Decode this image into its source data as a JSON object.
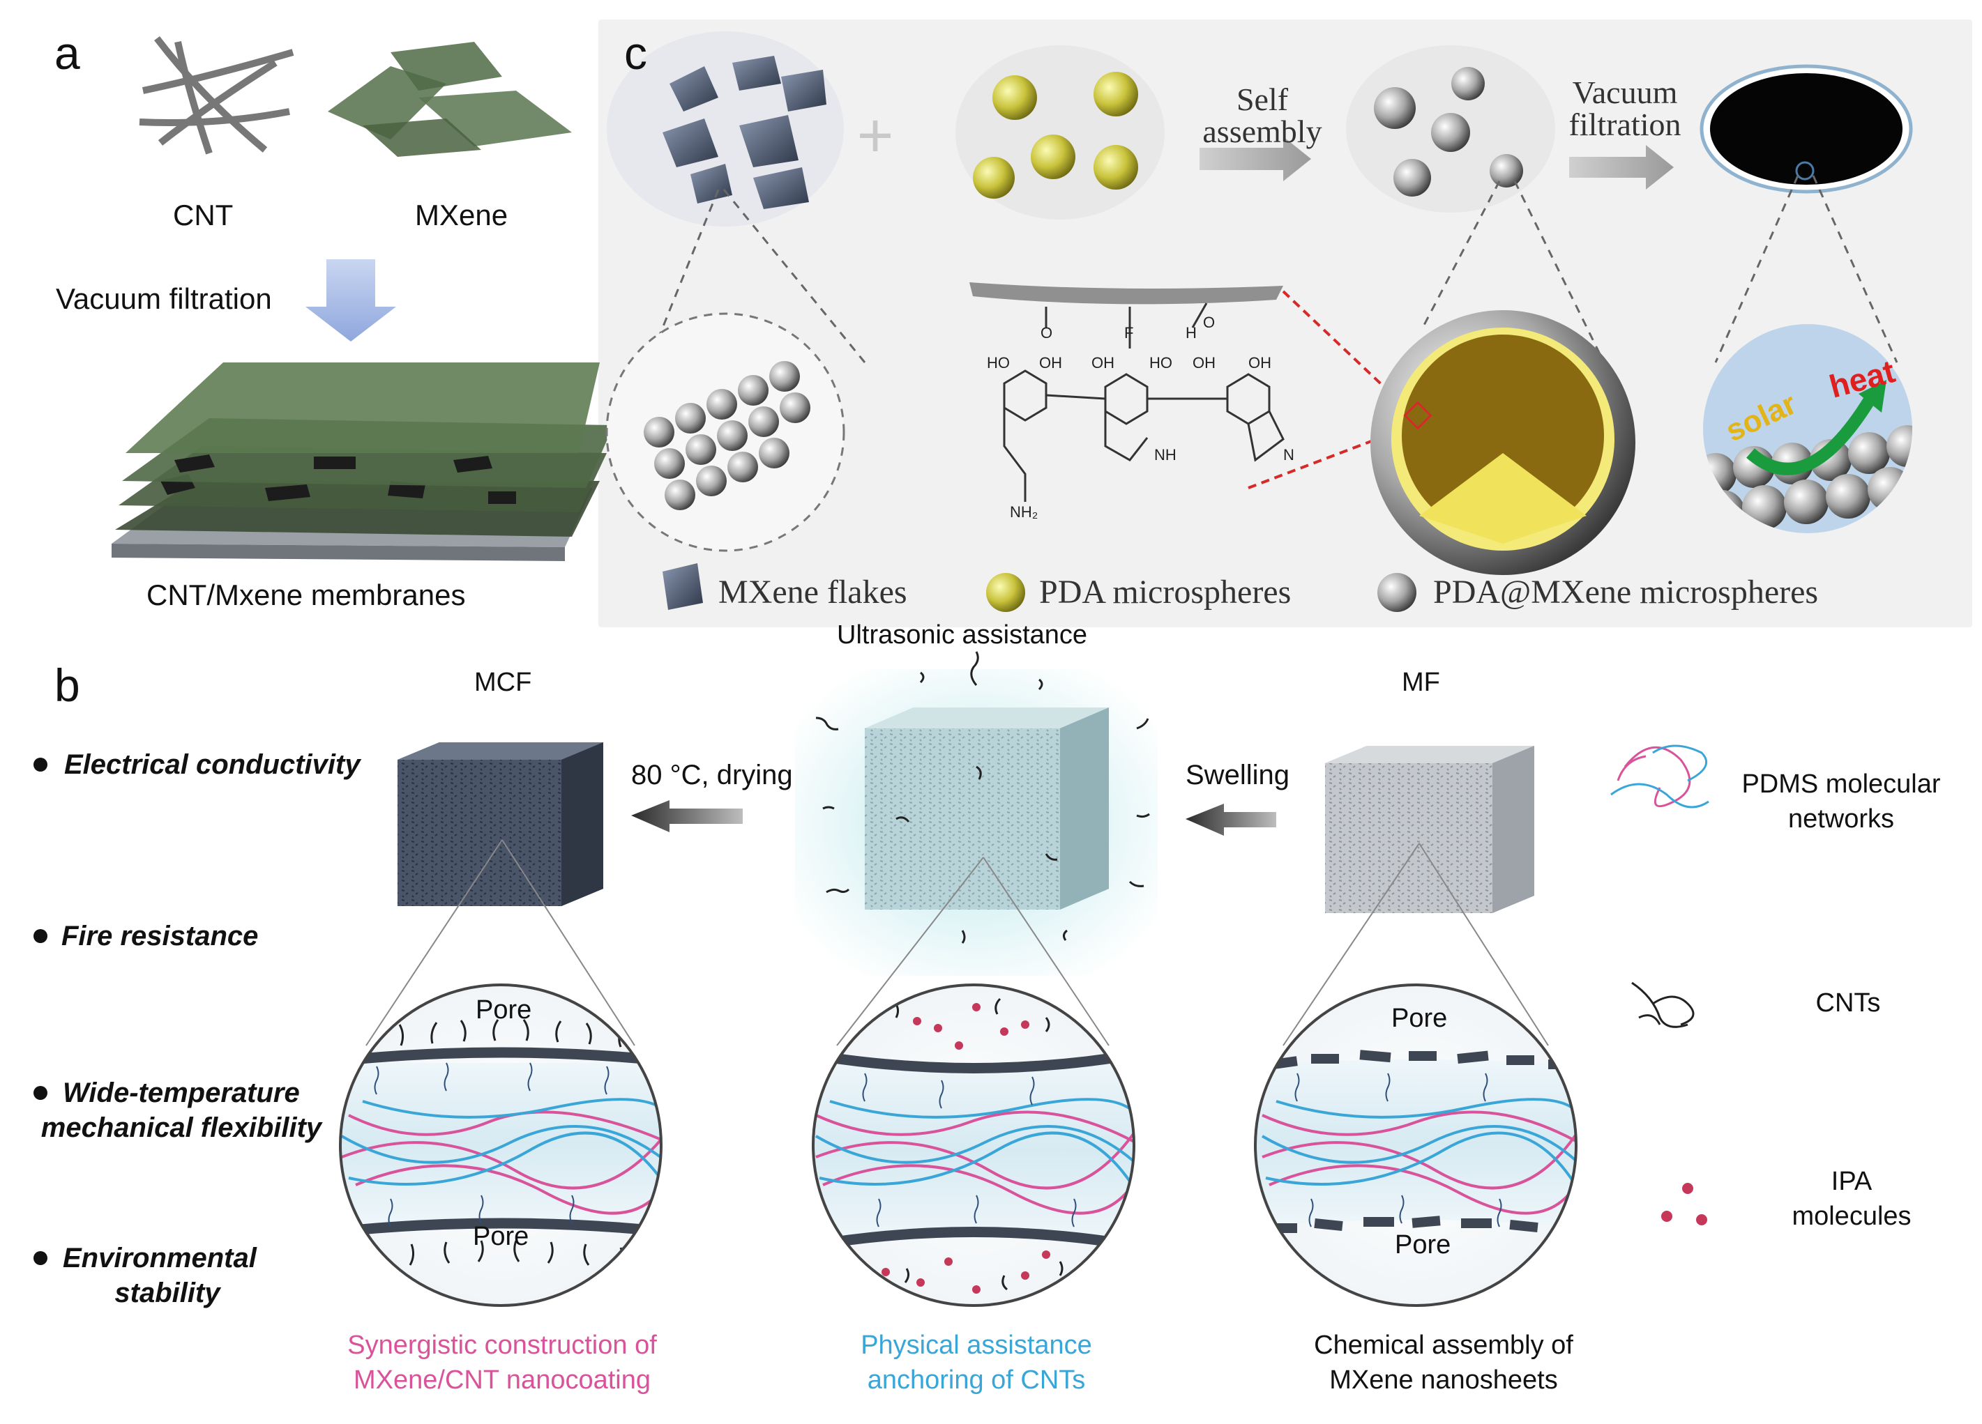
{
  "panel_a": {
    "letter": "a",
    "cnt_label": "CNT",
    "mxene_label": "MXene",
    "process_label": "Vacuum filtration",
    "result_label": "CNT/Mxene membranes"
  },
  "panel_b": {
    "letter": "b",
    "mcf_label": "MCF",
    "mf_label": "MF",
    "ultrasonic_label": "Ultrasonic assistance",
    "drying_label": "80 °C, drying",
    "swelling_label": "Swelling",
    "pore_label": "Pore",
    "properties": [
      "Electrical conductivity",
      "Fire resistance",
      "Wide-temperature",
      "mechanical flexibility",
      "Environmental",
      "stability"
    ],
    "captions": {
      "left": [
        "Synergistic construction of",
        "MXene/CNT nanocoating"
      ],
      "middle": [
        "Physical assistance",
        "anchoring  of CNTs"
      ],
      "right": [
        "Chemical assembly of",
        "MXene nanosheets"
      ]
    },
    "legend": {
      "pdms": [
        "PDMS molecular",
        "networks"
      ],
      "cnts": "CNTs",
      "ipa": [
        "IPA",
        "molecules"
      ]
    },
    "colors": {
      "pink": "#d9539a",
      "blue": "#3aa6d8",
      "dark_gray": "#3e4654"
    }
  },
  "panel_c": {
    "letter": "c",
    "self_assembly": [
      "Self",
      "assembly"
    ],
    "vacuum_filtration": [
      "Vacuum",
      "filtration"
    ],
    "solar_label": "solar",
    "heat_label": "heat",
    "legend": [
      "MXene flakes",
      "PDA microspheres",
      "PDA@MXene microspheres"
    ],
    "chem_labels": [
      "HO",
      "OH",
      "OH",
      "HO",
      "OH",
      "OH",
      "F",
      "O",
      "O",
      "H",
      "NH",
      "N",
      "NH₂"
    ]
  }
}
